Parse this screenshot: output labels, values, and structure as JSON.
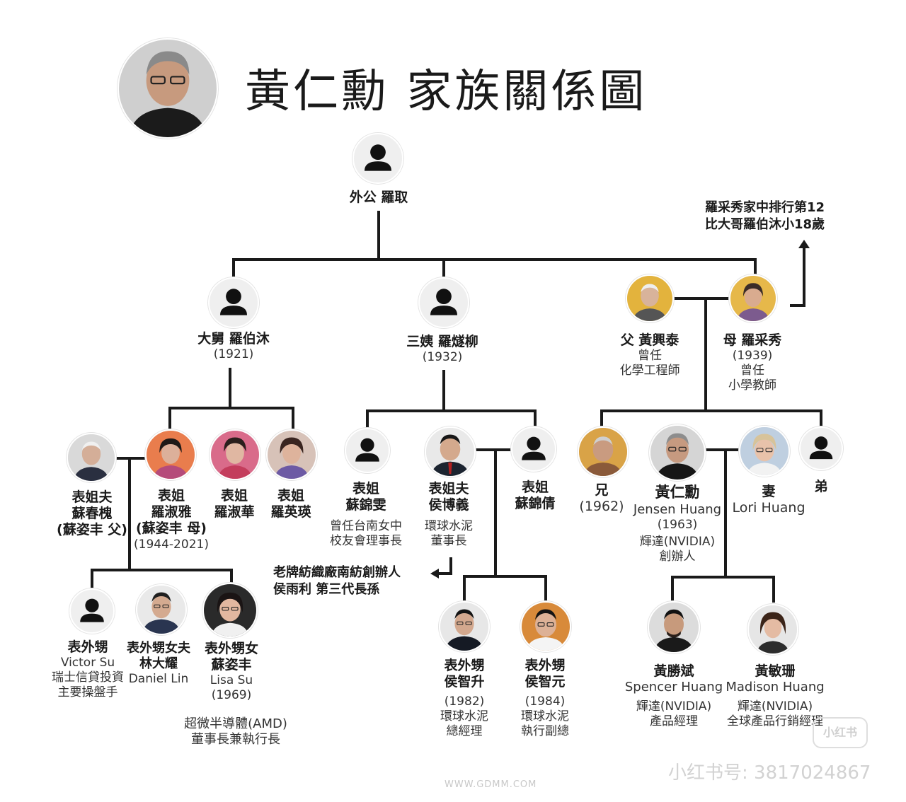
{
  "title": "黃仁勳 家族關係圖",
  "note_top_right": [
    "羅采秀家中排行第12",
    "比大哥羅伯沐小18歲"
  ],
  "note_middle": [
    "老牌紡織廠南紡創辦人",
    "侯雨利 第三代長孫"
  ],
  "colors": {
    "line": "#1a1a1a",
    "avatar_bg": "#efefef",
    "silhouette": "#111111"
  },
  "people": {
    "grandfather": {
      "lines": [
        "外公 羅取"
      ]
    },
    "uncle": {
      "lines": [
        "大舅 羅伯沐",
        "(1921)"
      ]
    },
    "aunt": {
      "lines": [
        "三姨 羅燧柳",
        "(1932)"
      ]
    },
    "father": {
      "lines": [
        "父 黃興泰",
        "曾任",
        "化學工程師"
      ]
    },
    "mother": {
      "lines": [
        "母 羅采秀",
        "(1939)",
        "曾任",
        "小學教師"
      ]
    },
    "su_chunhuai": {
      "lines": [
        "表姐夫",
        "蘇春槐",
        "(蘇姿丰 父)"
      ]
    },
    "luo_shuya": {
      "lines": [
        "表姐",
        "羅淑雅",
        "(蘇姿丰 母)",
        "(1944-2021)"
      ]
    },
    "luo_shuhua": {
      "lines": [
        "表姐",
        "羅淑華"
      ]
    },
    "luo_yingying": {
      "lines": [
        "表姐",
        "羅英瑛"
      ]
    },
    "su_jinwen": {
      "lines": [
        "表姐",
        "蘇錦雯",
        "曾任台南女中",
        "校友會理事長"
      ]
    },
    "hou_boyi": {
      "lines": [
        "表姐夫",
        "侯博義",
        "環球水泥",
        "董事長"
      ]
    },
    "su_jinqian": {
      "lines": [
        "表姐",
        "蘇錦倩"
      ]
    },
    "brother": {
      "lines": [
        "兄",
        "(1962)"
      ]
    },
    "jensen": {
      "lines": [
        "黃仁勳",
        "Jensen Huang",
        "(1963)",
        "輝達(NVIDIA)",
        "創辦人"
      ]
    },
    "lori": {
      "lines": [
        "妻",
        "Lori Huang"
      ]
    },
    "younger_brother": {
      "lines": [
        "弟"
      ]
    },
    "victor": {
      "lines": [
        "表外甥",
        "Victor Su",
        "瑞士信貸投資",
        "主要操盤手"
      ]
    },
    "daniel": {
      "lines": [
        "表外甥女夫",
        "林大耀",
        "Daniel Lin"
      ]
    },
    "lisa": {
      "lines": [
        "表外甥女",
        "蘇姿丰",
        "Lisa Su",
        "(1969)",
        "超微半導體(AMD)",
        "董事長兼執行長"
      ]
    },
    "hou_zhisheng": {
      "lines": [
        "表外甥",
        "侯智升",
        "(1982)",
        "環球水泥",
        "總經理"
      ]
    },
    "hou_zhiyuan": {
      "lines": [
        "表外甥",
        "侯智元",
        "(1984)",
        "環球水泥",
        "執行副總"
      ]
    },
    "spencer": {
      "lines": [
        "黃勝斌",
        "Spencer Huang",
        "輝達(NVIDIA)",
        "產品經理"
      ]
    },
    "madison": {
      "lines": [
        "黃敏珊",
        "Madison Huang",
        "輝達(NVIDIA)",
        "全球產品行銷經理"
      ]
    }
  },
  "watermark": {
    "account": "小红书号: 3817024867",
    "logo": "小红书",
    "site": "WWW.GDMM.COM"
  }
}
